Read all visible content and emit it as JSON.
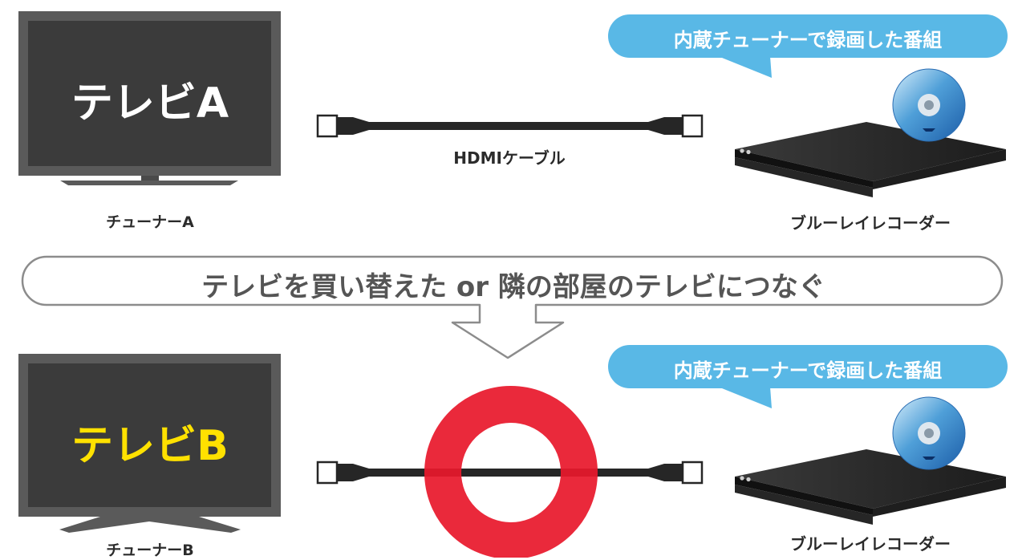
{
  "top": {
    "tv_label": "テレビA",
    "tuner_label": "チューナーA",
    "cable_label": "HDMIケーブル",
    "bubble_text": "内蔵チューナーで録画した番組",
    "recorder_label": "ブルーレイレコーダー"
  },
  "banner": {
    "text": "テレビを買い替えた or 隣の部屋のテレビにつなぐ"
  },
  "bottom": {
    "tv_label": "テレビB",
    "tuner_label": "チューナーB",
    "bubble_text": "内蔵チューナーで録画した番組",
    "recorder_label": "ブルーレイレコーダー"
  },
  "colors": {
    "tv_frame": "#5a5a5a",
    "tv_screen": "#3b3b3b",
    "tv_b_label": "#ffe100",
    "bubble": "#59b8e6",
    "ok_circle": "#e8192c",
    "cable": "#262626",
    "banner_text": "#555555"
  },
  "icons": {
    "disc": "bluray-disc-icon",
    "ok_mark": "red-circle-ok-icon",
    "arrow": "down-arrow-icon"
  }
}
